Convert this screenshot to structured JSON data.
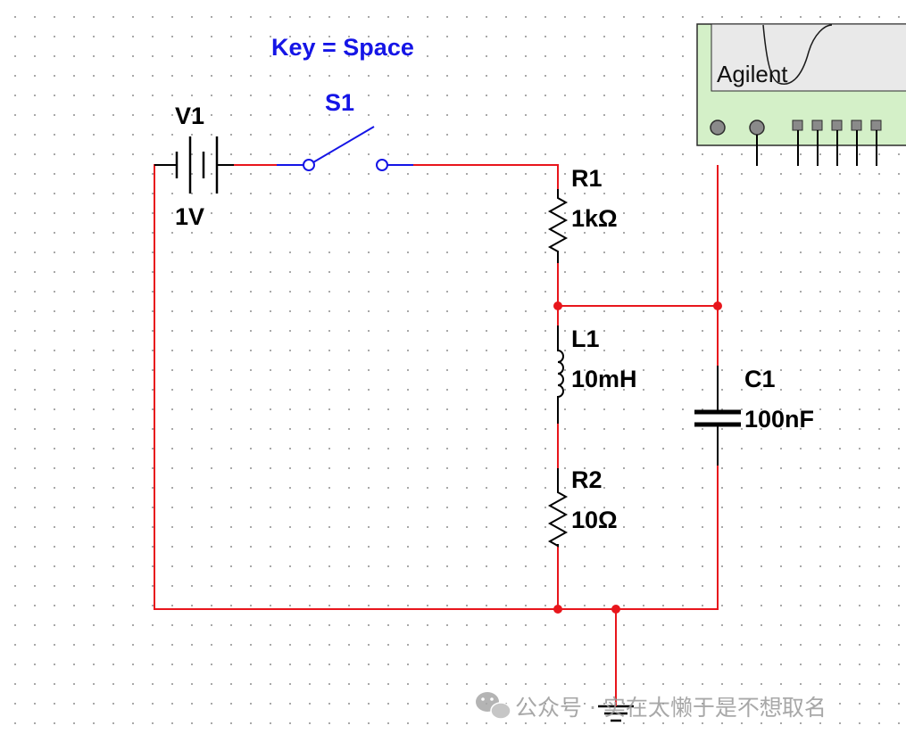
{
  "switch_key_label": "Key = Space",
  "components": {
    "V1": {
      "ref": "V1",
      "value": "1V"
    },
    "S1": {
      "ref": "S1"
    },
    "R1": {
      "ref": "R1",
      "value": "1kΩ"
    },
    "L1": {
      "ref": "L1",
      "value": "10mH"
    },
    "R2": {
      "ref": "R2",
      "value": "10Ω"
    },
    "C1": {
      "ref": "C1",
      "value": "100nF"
    }
  },
  "instrument": {
    "brand": "Agilent"
  },
  "watermark": {
    "prefix": "公众号 · ",
    "text": "实在太懒于是不想取名"
  },
  "colors": {
    "wire": "#e8161c",
    "switch": "#1515e6",
    "component": "#000000",
    "instrument_panel": "#d4f0c8"
  }
}
